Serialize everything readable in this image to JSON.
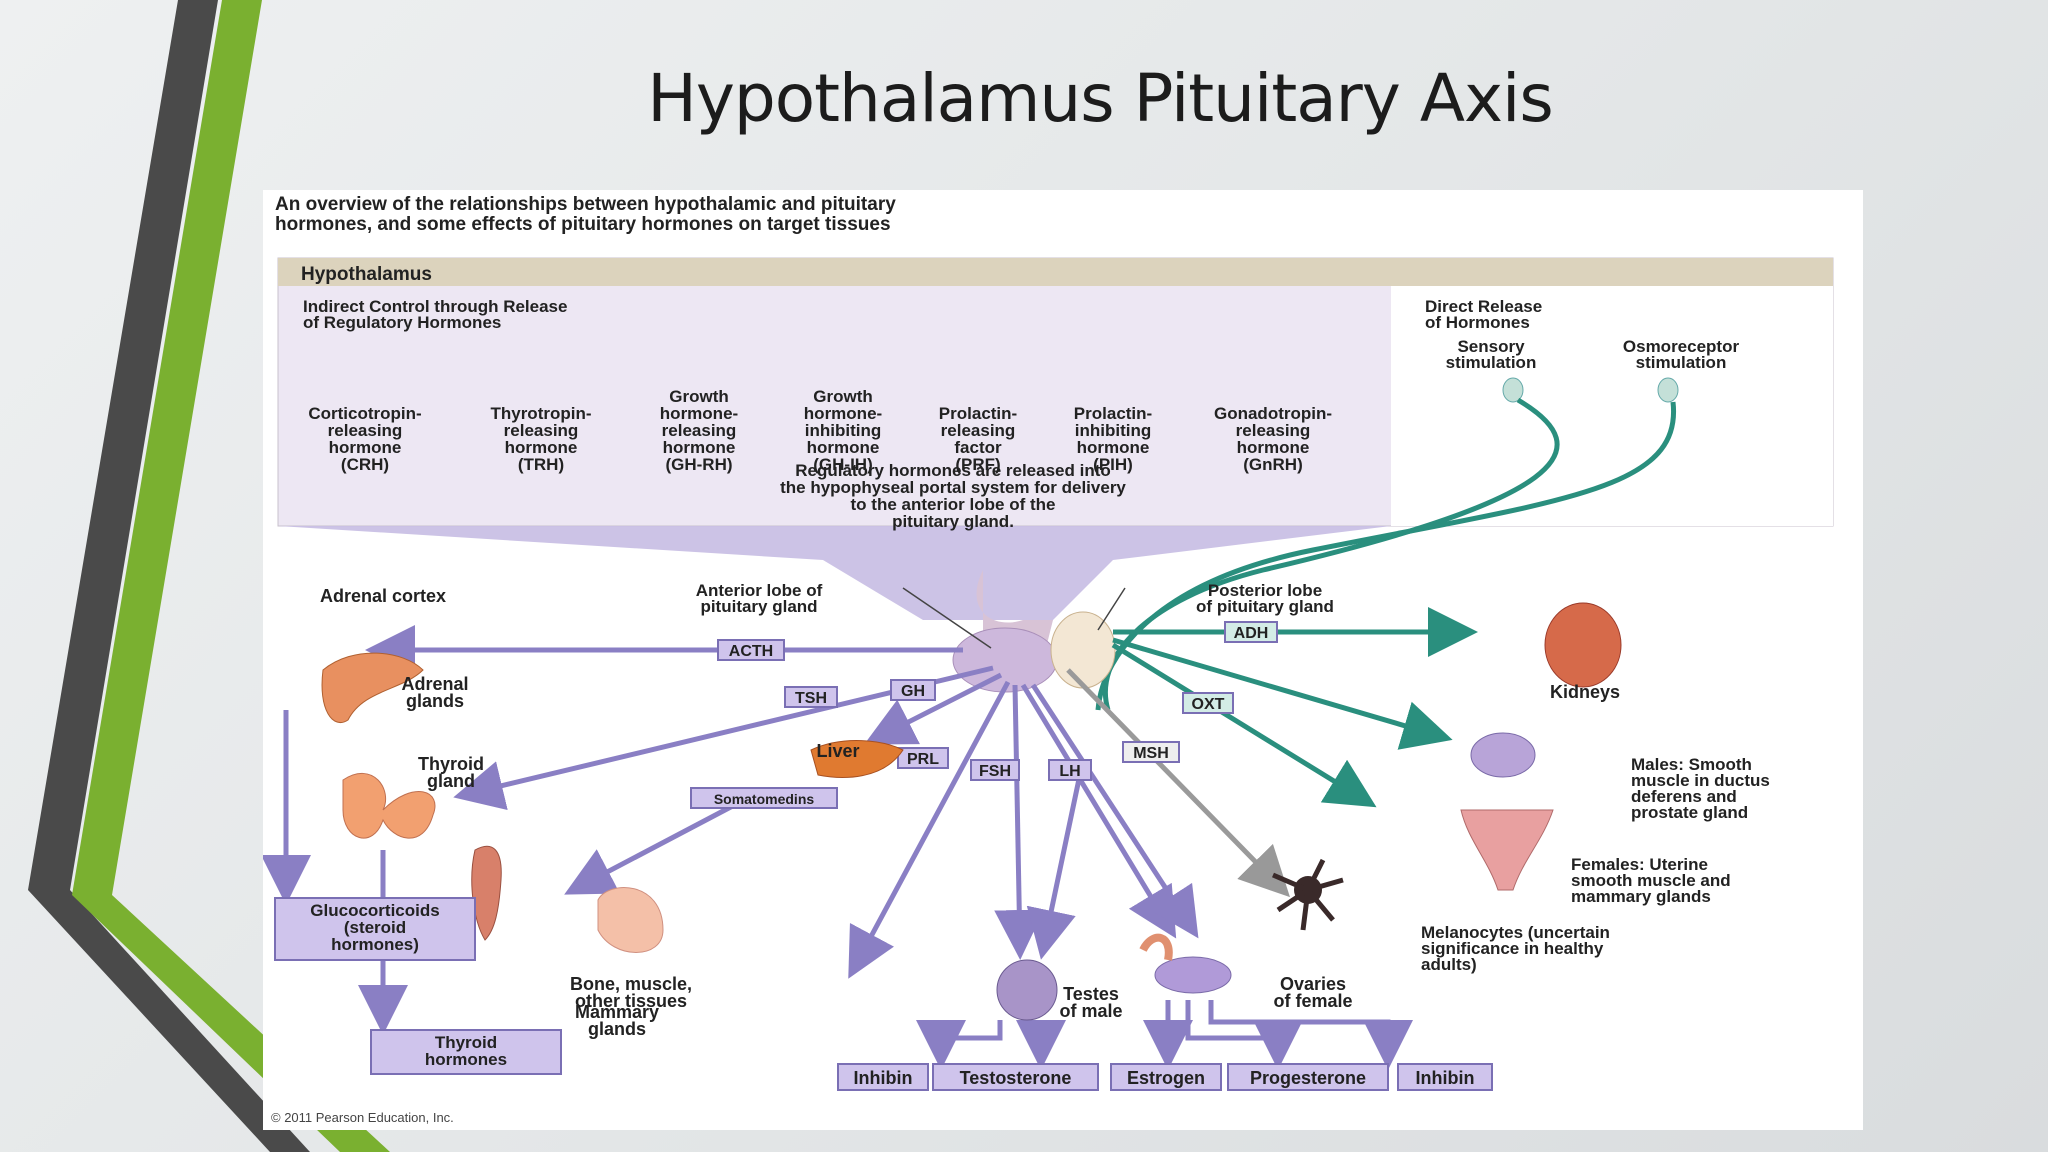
{
  "slide": {
    "title": "Hypothalamus Pituitary Axis"
  },
  "figure": {
    "caption_line1": "An overview of the relationships between hypothalamic and pituitary",
    "caption_line2": "hormones, and some effects of pituitary hormones on target tissues",
    "header": "Hypothalamus",
    "indirect_title_1": "Indirect Control through Release",
    "indirect_title_2": "of Regulatory Hormones",
    "direct_title_1": "Direct Release",
    "direct_title_2": "of Hormones",
    "copyright": "© 2011 Pearson Education, Inc.",
    "regulatory_note": [
      "Regulatory hormones are released into",
      "the hypophyseal portal system for delivery",
      "to the anterior lobe of the",
      "pituitary gland."
    ],
    "hypothalamic_hormones": [
      {
        "lines": [
          "Corticotropin-",
          "releasing",
          "hormone",
          "(CRH)"
        ]
      },
      {
        "lines": [
          "Thyrotropin-",
          "releasing",
          "hormone",
          "(TRH)"
        ]
      },
      {
        "lines": [
          "Growth",
          "hormone-",
          "releasing",
          "hormone",
          "(GH-RH)"
        ]
      },
      {
        "lines": [
          "Growth",
          "hormone-",
          "inhibiting",
          "hormone",
          "(GH-IH)"
        ]
      },
      {
        "lines": [
          "Prolactin-",
          "releasing",
          "factor",
          "(PRF)"
        ]
      },
      {
        "lines": [
          "Prolactin-",
          "inhibiting",
          "hormone",
          "(PIH)"
        ]
      },
      {
        "lines": [
          "Gonadotropin-",
          "releasing",
          "hormone",
          "(GnRH)"
        ]
      }
    ],
    "stimuli": [
      {
        "lines": [
          "Sensory",
          "stimulation"
        ]
      },
      {
        "lines": [
          "Osmoreceptor",
          "stimulation"
        ]
      }
    ],
    "anterior_lobe": [
      "Anterior lobe of",
      "pituitary gland"
    ],
    "posterior_lobe": [
      "Posterior lobe",
      "of pituitary gland"
    ],
    "pituitary_hormones": {
      "acth": "ACTH",
      "tsh": "TSH",
      "gh": "GH",
      "prl": "PRL",
      "fsh": "FSH",
      "lh": "LH",
      "msh": "MSH",
      "adh": "ADH",
      "oxt": "OXT",
      "somatomedins": "Somatomedins"
    },
    "targets": {
      "adrenal_cortex": "Adrenal cortex",
      "adrenal_glands": [
        "Adrenal",
        "glands"
      ],
      "thyroid_gland": [
        "Thyroid",
        "gland"
      ],
      "liver": "Liver",
      "bone": [
        "Bone, muscle,",
        "other tissues"
      ],
      "mammary": [
        "Mammary",
        "glands"
      ],
      "testes": [
        "Testes",
        "of male"
      ],
      "ovaries": [
        "Ovaries",
        "of female"
      ],
      "kidneys": "Kidneys",
      "males": [
        "Males: Smooth",
        "muscle in ductus",
        "deferens and",
        "prostate gland"
      ],
      "females": [
        "Females: Uterine",
        "smooth muscle and",
        "mammary glands"
      ],
      "melanocytes": [
        "Melanocytes (uncertain",
        "significance in healthy",
        "adults)"
      ]
    },
    "products": {
      "glucocorticoids": [
        "Glucocorticoids",
        "(steroid",
        "hormones)"
      ],
      "thyroid_hormones": [
        "Thyroid",
        "hormones"
      ],
      "inhibin_m": "Inhibin",
      "testosterone": "Testosterone",
      "estrogen": "Estrogen",
      "progesterone": "Progesterone",
      "inhibin_f": "Inhibin"
    }
  }
}
